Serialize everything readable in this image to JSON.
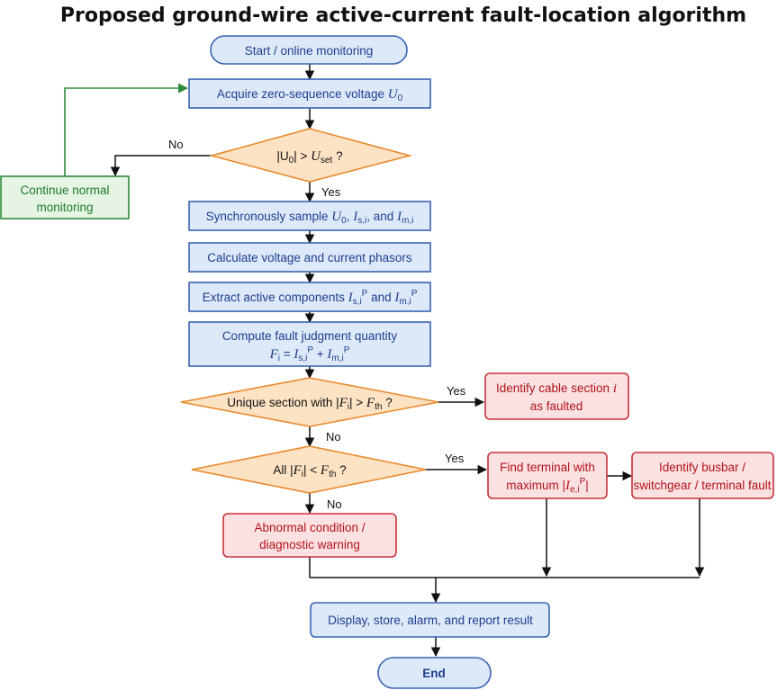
{
  "title": "Proposed ground-wire active-current fault-location algorithm",
  "nodes": {
    "start": "Start / online monitoring",
    "acquire": "Acquire zero-sequence voltage",
    "acquire_var": "U",
    "acquire_sub": "0",
    "compare_abs": "|U",
    "compare_sub0": "0",
    "compare_mid": "| > ",
    "compare_var": "U",
    "compare_sub": "set",
    "compare_end": " ?",
    "continue_line1": "Continue normal",
    "continue_line2": "monitoring",
    "sample_prefix": "Synchronously sample",
    "sample_u": "U",
    "sample_u_sub": "0",
    "sample_is": "I",
    "sample_is_sub": "s,i",
    "sample_and": ", and",
    "sample_im": "I",
    "sample_im_sub": "m,i",
    "calc": "Calculate voltage and current phasors",
    "extract_prefix": "Extract active components",
    "extract_is": "I",
    "extract_is_sub": "s,i",
    "extract_sup": "P",
    "extract_and": "and",
    "extract_im": "I",
    "extract_im_sub": "m,i",
    "compute_line1": "Compute fault judgment quantity",
    "compute_f": "F",
    "compute_f_sub": "i",
    "compute_eq": " = ",
    "compute_is": "I",
    "compute_is_sub": "s,i",
    "compute_sup": "P",
    "compute_plus": " + ",
    "compute_im": "I",
    "compute_im_sub": "m,i",
    "unique_prefix": "Unique section with |",
    "unique_f": "F",
    "unique_f_sub": "i",
    "unique_mid": "| > ",
    "unique_fth": "F",
    "unique_fth_sub": "th",
    "unique_end": " ?",
    "identify_cable_line1": "Identify cable section",
    "identify_cable_var": "i",
    "identify_cable_line2": "as faulted",
    "all_prefix": "All |",
    "all_f": "F",
    "all_f_sub": "i",
    "all_mid": "| < ",
    "all_fth": "F",
    "all_fth_sub": "th",
    "all_end": " ?",
    "find_line1": "Find terminal with",
    "find_line2": "maximum |",
    "find_var": "I",
    "find_sub": "e,i",
    "find_sup": "P",
    "find_end": "|",
    "busbar_line1": "Identify busbar /",
    "busbar_line2": "switchgear / terminal fault",
    "abnormal_line1": "Abnormal condition /",
    "abnormal_line2": "diagnostic warning",
    "display": "Display, store, alarm, and report result",
    "end": "End"
  },
  "edge_labels": {
    "compare_no": "No",
    "compare_yes": "Yes",
    "unique_yes": "Yes",
    "unique_no": "No",
    "all_yes": "Yes",
    "all_no": "No"
  },
  "colors": {
    "process_fill": "#dde9f8",
    "process_stroke": "#3a64b4",
    "decision_fill": "#fde3c4",
    "decision_stroke": "#e88a2e",
    "fault_fill": "#fbe1e1",
    "fault_stroke": "#c8323a",
    "monitor_fill": "#e6f4e4",
    "monitor_stroke": "#2f8a3a",
    "arrow": "#111111",
    "loop_arrow": "#2f8a3a"
  }
}
